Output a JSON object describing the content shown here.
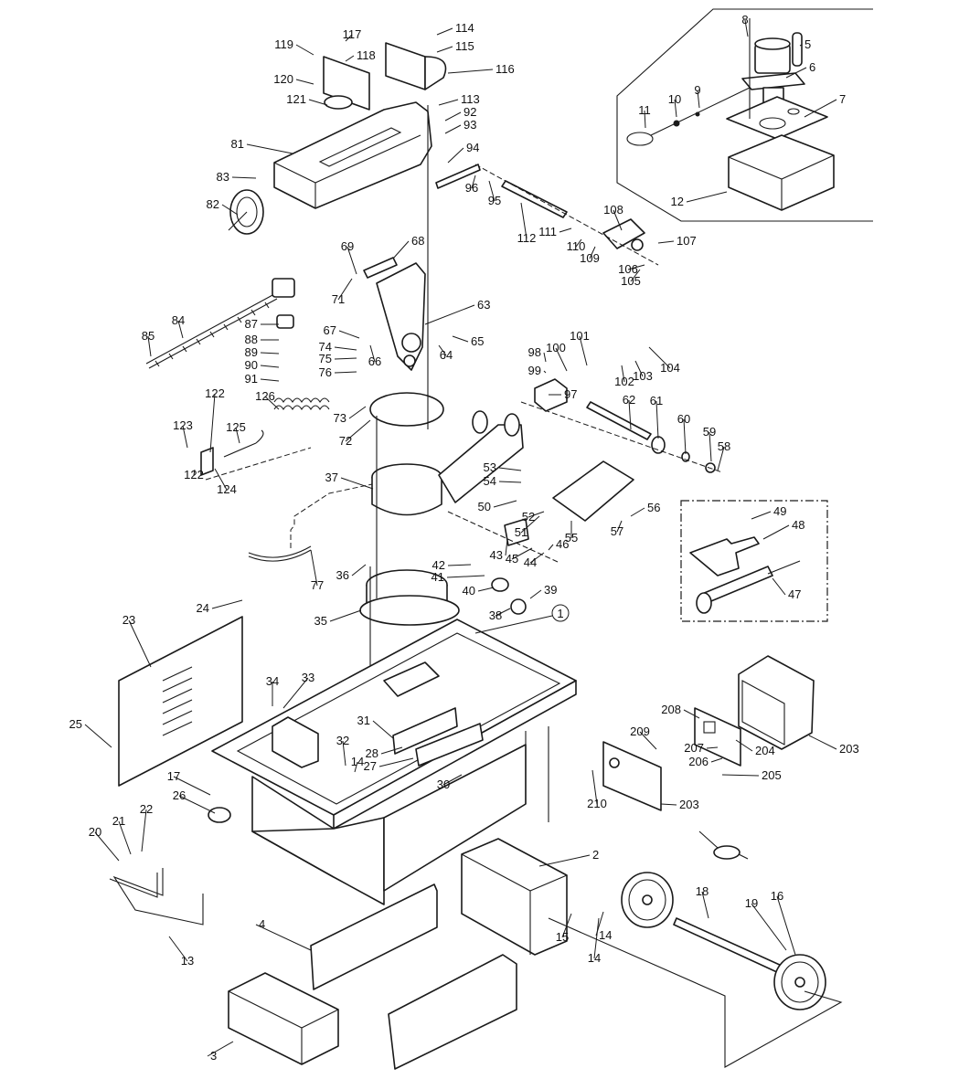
{
  "diagram": {
    "type": "exploded-parts-diagram",
    "subject": "metal-cutting band saw assembly",
    "reference_marker": "1",
    "callouts": [
      "2",
      "3",
      "4",
      "5",
      "6",
      "7",
      "8",
      "9",
      "10",
      "11",
      "12",
      "13",
      "14",
      "14",
      "14",
      "15",
      "16",
      "17",
      "18",
      "19",
      "20",
      "21",
      "22",
      "23",
      "24",
      "25",
      "26",
      "27",
      "28",
      "30",
      "31",
      "32",
      "33",
      "34",
      "35",
      "36",
      "37",
      "38",
      "39",
      "40",
      "41",
      "42",
      "43",
      "44",
      "45",
      "46",
      "47",
      "48",
      "49",
      "50",
      "51",
      "52",
      "53",
      "54",
      "55",
      "56",
      "57",
      "58",
      "59",
      "60",
      "61",
      "62",
      "63",
      "64",
      "65",
      "66",
      "67",
      "68",
      "69",
      "71",
      "72",
      "73",
      "74",
      "75",
      "76",
      "77",
      "81",
      "82",
      "83",
      "84",
      "85",
      "87",
      "88",
      "89",
      "90",
      "91",
      "92",
      "93",
      "94",
      "95",
      "96",
      "97",
      "98",
      "99",
      "100",
      "101",
      "102",
      "103",
      "104",
      "105",
      "106",
      "107",
      "108",
      "109",
      "110",
      "111",
      "112",
      "113",
      "114",
      "115",
      "116",
      "117",
      "118",
      "119",
      "120",
      "121",
      "122",
      "122",
      "123",
      "124",
      "125",
      "126",
      "203",
      "203",
      "204",
      "205",
      "206",
      "207",
      "208",
      "209",
      "210"
    ],
    "groups": {
      "coolant_pump_inset": [
        "5",
        "6",
        "7",
        "8",
        "9",
        "10",
        "11",
        "12"
      ],
      "switch_inset": [
        "47",
        "48",
        "49"
      ],
      "electrical_box": [
        "203",
        "204",
        "205",
        "206",
        "207",
        "208",
        "209",
        "210"
      ],
      "wheel_kit": [
        "14",
        "15",
        "16",
        "18",
        "19"
      ],
      "stand": [
        "1",
        "2",
        "3",
        "4",
        "13",
        "20",
        "21",
        "22",
        "23",
        "24",
        "25",
        "26"
      ]
    }
  }
}
